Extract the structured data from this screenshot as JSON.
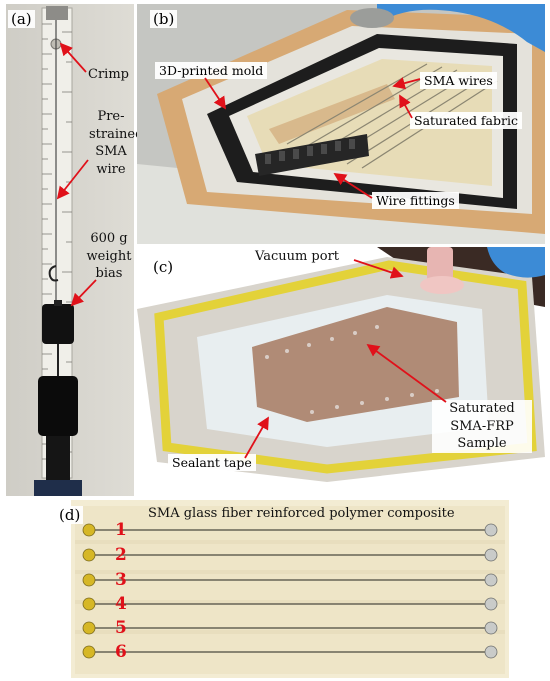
{
  "panel_a": {
    "label": "(a)",
    "crimp": "Crimp",
    "wire_lines": [
      "Pre-",
      "strained",
      "SMA",
      "wire"
    ],
    "weight_lines": [
      "600 g",
      "weight",
      "bias"
    ]
  },
  "panel_b": {
    "label": "(b)",
    "mold": "3D-printed mold",
    "sma_wires": "SMA wires",
    "fabric": "Saturated fabric",
    "fittings": "Wire fittings"
  },
  "panel_c": {
    "label": "(c)",
    "vacuum": "Vacuum port",
    "sample_lines": [
      "Saturated",
      "SMA-FRP",
      "Sample"
    ],
    "sealant": "Sealant tape"
  },
  "panel_d": {
    "label": "(d)",
    "title": "SMA glass fiber reinforced polymer composite",
    "numbers": [
      "1",
      "2",
      "3",
      "4",
      "5",
      "6"
    ]
  },
  "colors": {
    "arrow": "#e0111a",
    "number": "#e0111a",
    "fabric": "#e8dcc0",
    "tape": "#e5d43c"
  }
}
